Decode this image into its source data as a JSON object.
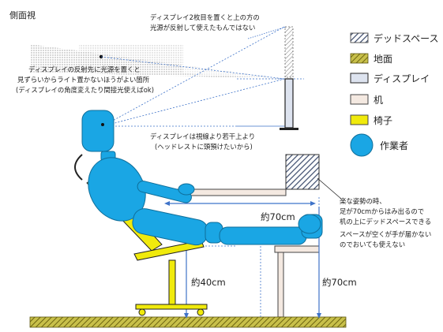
{
  "title": "側面視",
  "legend": [
    {
      "label": "デッドスペース",
      "swatch": "hatch-dark"
    },
    {
      "label": "地面",
      "swatch": "hatch-ground"
    },
    {
      "label": "ディスプレイ",
      "swatch": "display"
    },
    {
      "label": "机",
      "swatch": "desk"
    },
    {
      "label": "椅子",
      "swatch": "chair"
    },
    {
      "label": "作業者",
      "swatch": "worker"
    }
  ],
  "annotations": {
    "top_display": [
      "ディスプレイ2枚目を置くと上の方の",
      "光源が反射して使えたもんではない"
    ],
    "reflection": [
      "ディスプレイの反射先に光源を置くと",
      "見ずらいからライト置かないほうがよい箇所",
      "(ディスプレイの角度変えたり間接光使えばok)"
    ],
    "sightline": [
      "ディスプレイは視線より若干上より",
      "(ヘッドレストに頭預けたいから)"
    ],
    "deadspace": [
      "楽な姿勢の時、",
      "足が70cmからはみ出るので",
      "机の上にデッドスペースできる",
      "スペースが空くが手が届かない",
      "のでおいても使えない"
    ]
  },
  "dimensions": {
    "desk_depth": "約70cm",
    "chair_height": "約40cm",
    "desk_height": "約70cm"
  },
  "colors": {
    "worker": "#1aa6e4",
    "worker_outline": "#0f6e9a",
    "chair": "#f0ea0c",
    "desk": "#f4e9e1",
    "display": "#dde3ef",
    "ground": "#9a9220",
    "guide": "#3f73c9"
  }
}
